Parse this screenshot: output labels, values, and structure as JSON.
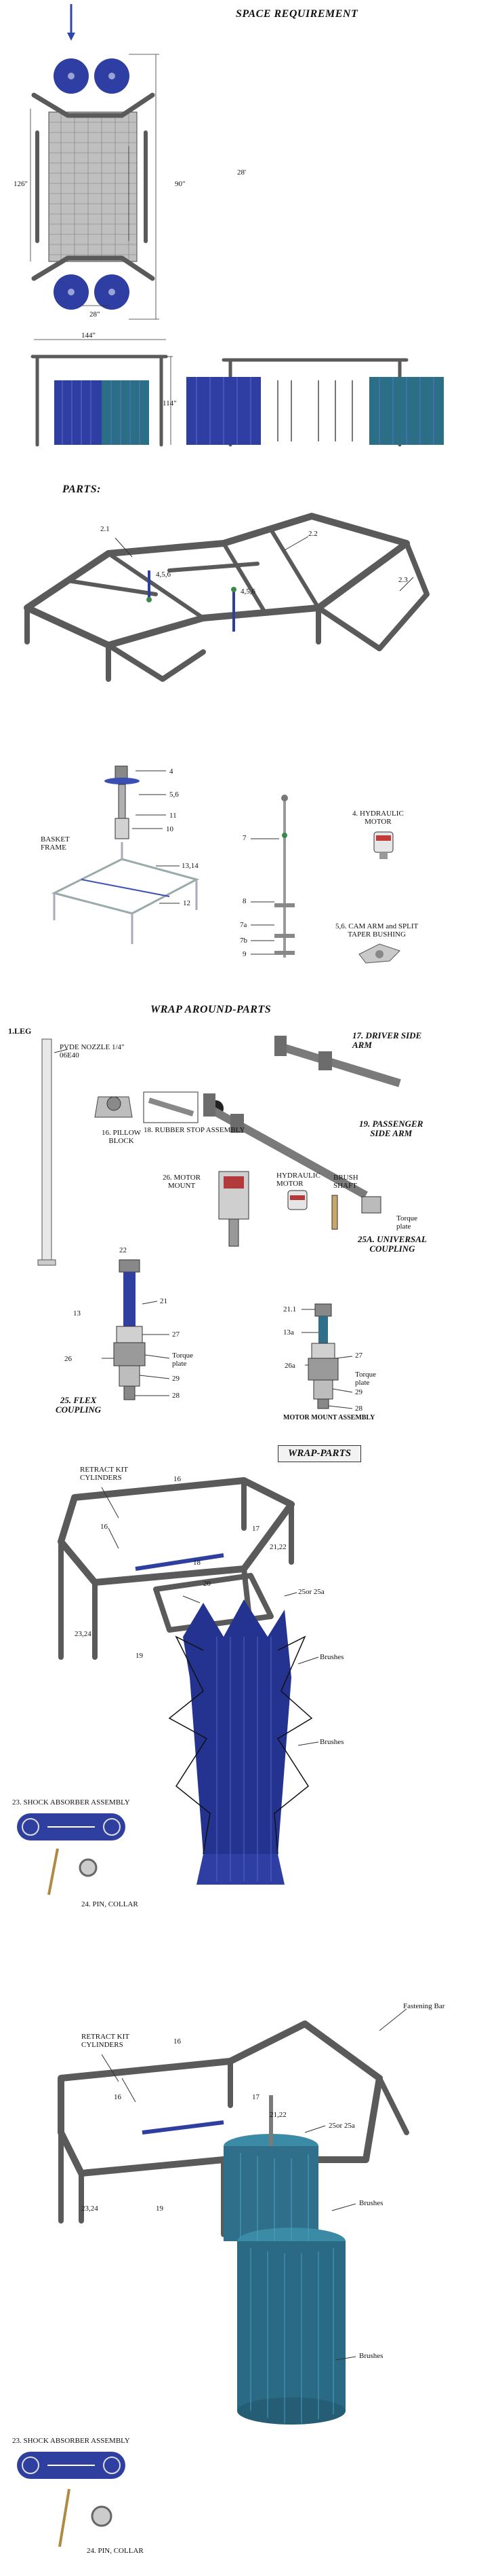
{
  "space_requirement": {
    "title": "SPACE REQUIREMENT",
    "dims": {
      "d28a": "28'",
      "d126": "126\"",
      "d90": "90\"",
      "d28b": "28\"",
      "d144": "144\"",
      "d114": "114\""
    }
  },
  "parts": {
    "title": "PARTS:",
    "labels": {
      "l21": "2.1",
      "l22": "2.2",
      "l23": "2.3",
      "l456a": "4,5,6",
      "l456b": "4,5,6"
    }
  },
  "basket": {
    "labels": {
      "l4": "4",
      "l56": "5,6",
      "l11": "11",
      "l10": "10",
      "frame": "BASKET\nFRAME",
      "l1314": "13,14",
      "l12": "12"
    }
  },
  "shaft": {
    "labels": {
      "l7": "7",
      "l8": "8",
      "l7a": "7a",
      "l7b": "7b",
      "l9": "9",
      "motor": "4. HYDRAULIC\nMOTOR",
      "cam": "5,6. CAM ARM and SPLIT\nTAPER BUSHING"
    }
  },
  "wrap_parts_a": {
    "title": "WRAP AROUND-PARTS",
    "leg": "1.LEG",
    "nozzle": "PVDE NOZZLE 1/4\"\n06E40",
    "pillow": "16. PILLOW\nBLOCK",
    "rubber": "18. RUBBER STOP ASSEMBLY",
    "driver": "17. DRIVER SIDE\nARM",
    "passenger": "19. PASSENGER\nSIDE ARM",
    "motor_mount": "26. MOTOR\nMOUNT",
    "hyd_motor": "HYDRAULIC\nMOTOR",
    "brush_shaft": "BRUSH\nSHAFT",
    "torque_a": "Torque\nplate",
    "universal": "25A. UNIVERSAL\nCOUPLING",
    "flex_nums": {
      "n22": "22",
      "n21": "21",
      "n13": "13",
      "n26": "26",
      "n27": "27",
      "n29": "29",
      "n28": "28"
    },
    "torque_b": "Torque\nplate",
    "flex": "25. FLEX\nCOUPLING",
    "uni_nums": {
      "n211": "21.1",
      "n13a": "13a",
      "n27": "27",
      "n26a": "26a",
      "n29": "29",
      "n28": "28"
    },
    "torque_c": "Torque\nplate",
    "mm_assembly": "MOTOR MOUNT ASSEMBLY"
  },
  "wrap_parts_b": {
    "title": "WRAP-PARTS",
    "retract": "RETRACT KIT\nCYLINDERS",
    "nums": {
      "n16a": "16",
      "n16b": "16",
      "n17": "17",
      "n2122": "21,22",
      "n18": "18",
      "n20": "20",
      "n25": "25or 25a",
      "n2324": "23,24",
      "n19": "19"
    },
    "brushes_a": "Brushes",
    "brushes_b": "Brushes",
    "shock": "23. SHOCK ABSORBER ASSEMBLY",
    "pin": "24. PIN, COLLAR"
  },
  "wrap_parts_c": {
    "retract": "RETRACT KIT\nCYLINDERS",
    "fastening": "Fastening Bar",
    "nums": {
      "n16a": "16",
      "n16b": "16",
      "n17": "17",
      "n2122": "21,22",
      "n25": "25or 25a",
      "n2324": "23,24",
      "n19": "19"
    },
    "brushes_a": "Brushes",
    "brushes_b": "Brushes",
    "shock": "23. SHOCK ABSORBER ASSEMBLY",
    "pin": "24. PIN, COLLAR"
  },
  "colors": {
    "frame": "#5a5a5a",
    "brush_blue": "#2f3fa0",
    "brush_teal": "#2f6f8a",
    "accent_red": "#b33a3a"
  }
}
